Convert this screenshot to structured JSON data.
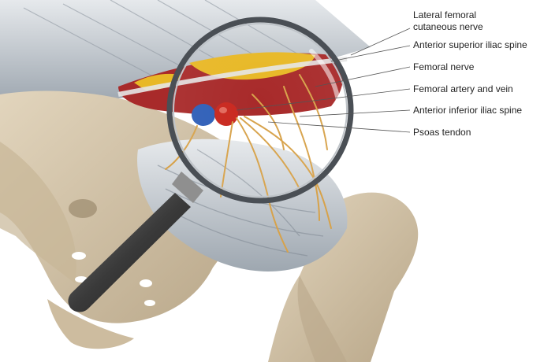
{
  "labels": [
    {
      "id": "lfcn",
      "line1": "Lateral femoral",
      "line2": "cutaneous nerve"
    },
    {
      "id": "asis",
      "line1": "Anterior superior iliac spine"
    },
    {
      "id": "fn",
      "line1": "Femoral nerve"
    },
    {
      "id": "fav",
      "line1": "Femoral artery and vein"
    },
    {
      "id": "aiis",
      "line1": "Anterior inferior iliac spine"
    },
    {
      "id": "psoas",
      "line1": "Psoas tendon"
    }
  ],
  "colors": {
    "bone": "#d8c9ae",
    "bone_shadow": "#b9a78a",
    "muscle": "#b7bfc6",
    "artery": "#c9281f",
    "vein": "#2f5fb8",
    "nerve": "#d7a24a",
    "fat": "#e8b826",
    "red_tissue": "#a82a2a"
  }
}
